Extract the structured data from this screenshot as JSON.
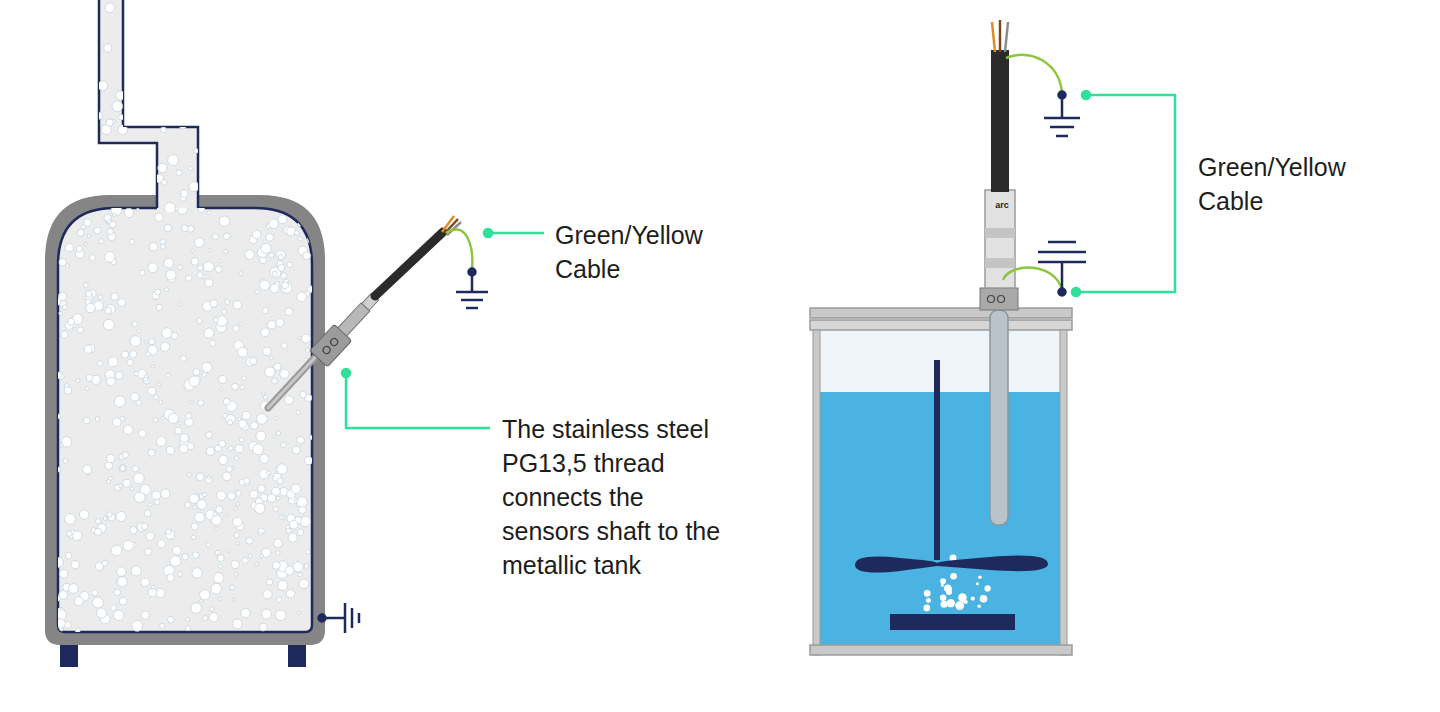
{
  "diagram": {
    "labels": [
      "Green/Yellow Cable",
      "The stainless steel PG13,5 thread connects the sensors shaft to the metallic tank",
      "Green/Yellow Cable",
      "arc"
    ]
  }
}
